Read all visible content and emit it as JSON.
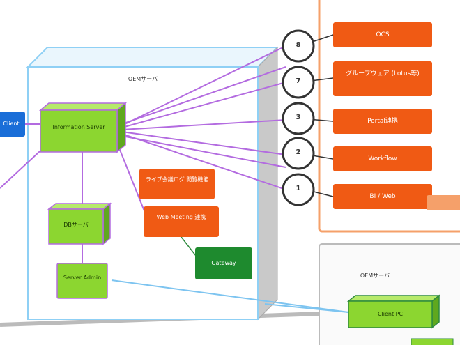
{
  "diagram": {
    "center_box_title": "OEMサーバ",
    "bottom_box_title": "OEMサーバ",
    "top_caption": "",
    "circle_numbers": [
      "8",
      "7",
      "3",
      "2",
      "1"
    ],
    "service_boxes": [
      "OCS",
      "グループウェア (Lotus等)",
      "Portal連携",
      "Workflow",
      "BI / Web"
    ],
    "center_orange_boxes": [
      "ライブ会議ログ 閲覧機能",
      "Web Meeting 連携"
    ],
    "main_green_box": "Information Server",
    "small_green_boxes": [
      "DBサーバ",
      "Server Admin"
    ],
    "dark_green_box": "Gateway",
    "bottom_green_box": "Client PC",
    "left_blue_tab": "Client"
  },
  "colors": {
    "orange": "#f05a14",
    "green": "#8cd630",
    "dark_green": "#1e8a2e",
    "purple": "#b36be0",
    "light_blue": "#7dc4f0",
    "blue": "#1a6ed8"
  }
}
